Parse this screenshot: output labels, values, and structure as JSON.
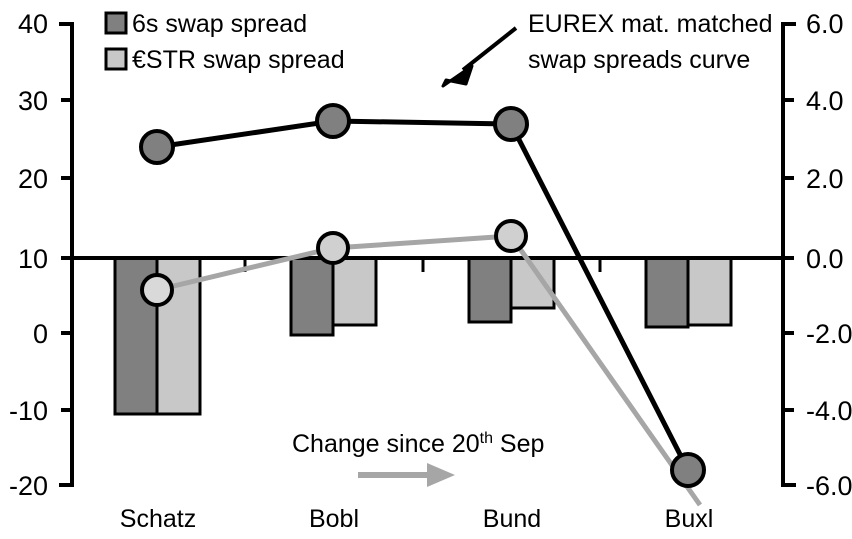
{
  "chart_data": {
    "type": "bar",
    "title": "",
    "subtitle": "",
    "xlabel": "",
    "ylabel": "",
    "y2label": "",
    "grid": false,
    "legend_position": "top-left",
    "categories": [
      "Schatz",
      "Bobl",
      "Bund",
      "Buxl"
    ],
    "left_axis": {
      "ticks": [
        "40",
        "30",
        "20",
        "10",
        "0",
        "-10",
        "-20"
      ],
      "values": [
        40,
        30,
        20,
        10,
        0,
        -10,
        -20
      ],
      "ylim": [
        -20,
        40
      ]
    },
    "right_axis": {
      "ticks": [
        "6.0",
        "4.0",
        "2.0",
        "0.0",
        "-2.0",
        "-4.0",
        "-6.0"
      ],
      "values": [
        6.0,
        4.0,
        2.0,
        0.0,
        -2.0,
        -4.0,
        -6.0
      ],
      "ylim": [
        -6.0,
        6.0
      ]
    },
    "series": [
      {
        "name": "6s swap spread",
        "kind": "bar",
        "axis": "right",
        "color": "#808080",
        "values": [
          -4.05,
          -1.95,
          -1.65,
          -1.8
        ]
      },
      {
        "name": "€STR swap spread",
        "kind": "bar",
        "axis": "right",
        "color": "#c8c8c8",
        "values": [
          -4.05,
          -1.75,
          -1.45,
          -1.75
        ]
      },
      {
        "name": "EUREX mat. matched swap spreads curve",
        "kind": "line",
        "axis": "left",
        "color": "#000000",
        "marker_fill": "#808080",
        "values": [
          24.5,
          27.9,
          27.3,
          -18.0
        ]
      },
      {
        "name": "Change since 20th Sep",
        "kind": "line",
        "axis": "left",
        "color": "#a6a6a6",
        "marker_fill": "#d0d0d0",
        "values": [
          6.1,
          10.5,
          12.8,
          -26.5
        ]
      }
    ]
  },
  "legend": {
    "items": [
      {
        "label": "6s swap spread",
        "color": "#808080"
      },
      {
        "label": "€STR swap spread",
        "color": "#c8c8c8"
      }
    ]
  },
  "annotations": {
    "curve_callout": {
      "line1": "EUREX mat. matched",
      "line2": "swap spreads curve"
    },
    "change_note": {
      "prefix": "Change since 20",
      "superscript": "th",
      "suffix": " Sep"
    }
  }
}
